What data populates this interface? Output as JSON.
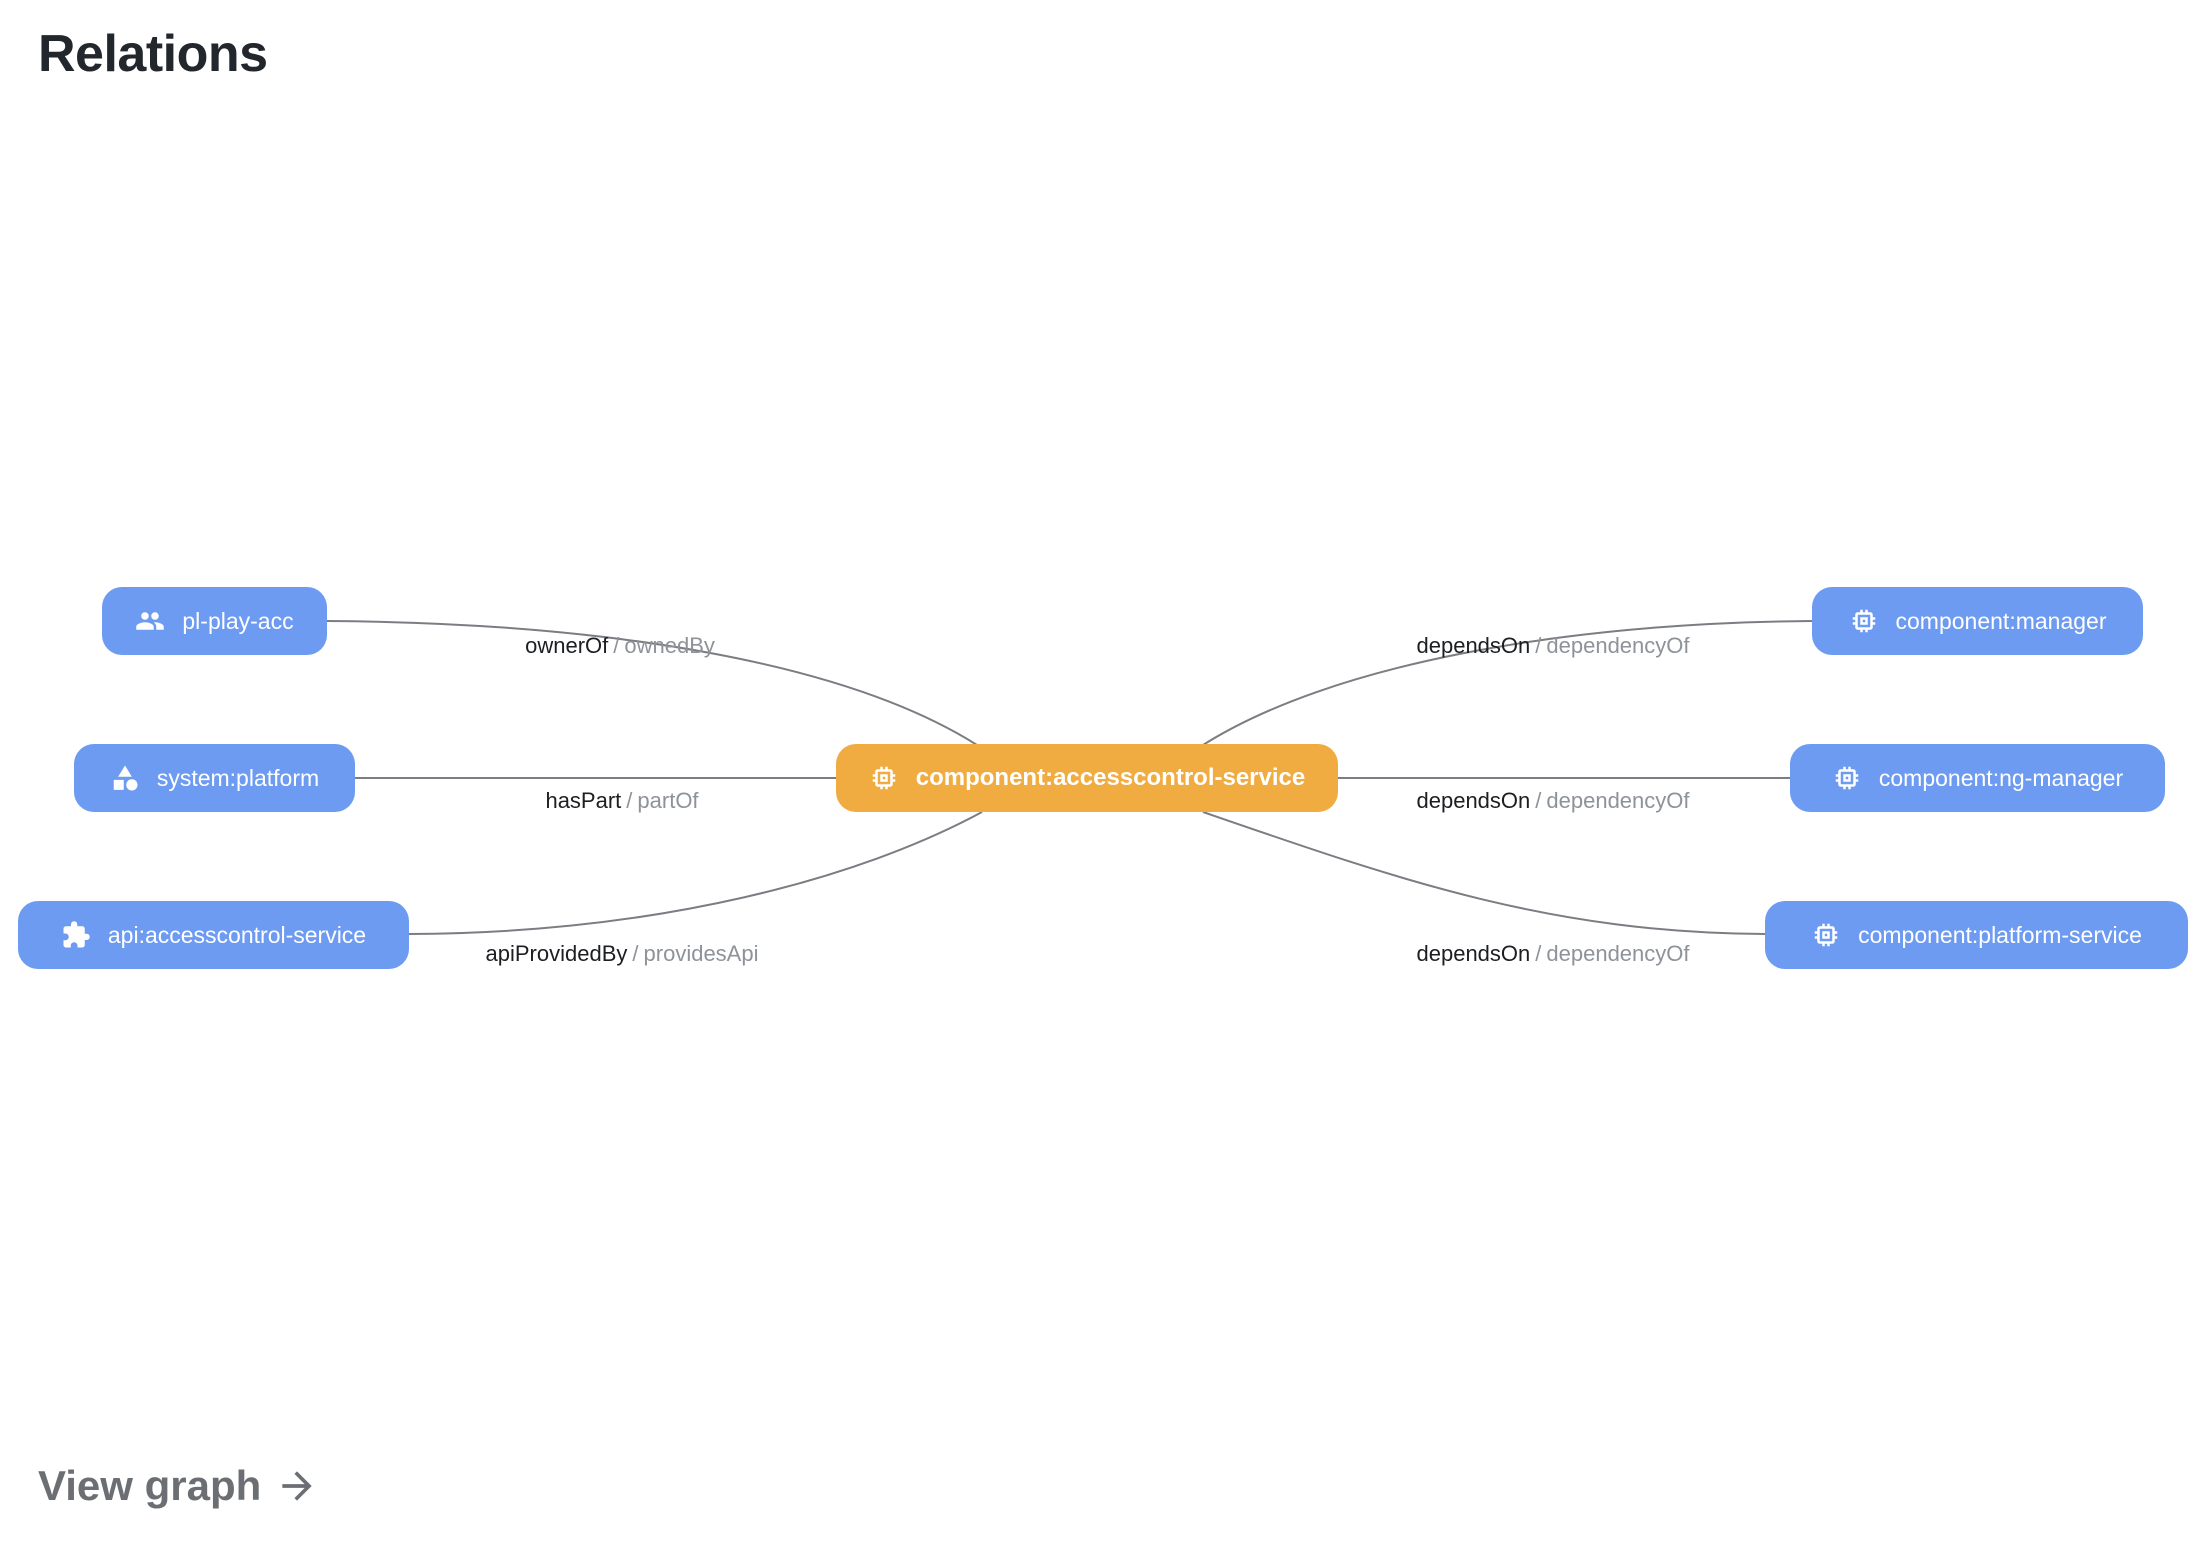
{
  "title": "Relations",
  "colors": {
    "node_blue": "#6D9BF1",
    "node_orange": "#F0AC40",
    "edge_line": "#7a7d82",
    "edge_label_forward": "#1c1e21",
    "edge_label_reverse": "#8e939a",
    "title_text": "#22272e",
    "footer_text": "#6b6f73"
  },
  "graph": {
    "center_node": {
      "label": "component:accesscontrol-service",
      "icon": "memory-icon",
      "color": "#F0AC40"
    },
    "left_nodes": [
      {
        "label": "pl-play-acc",
        "icon": "group-icon",
        "color": "#6D9BF1"
      },
      {
        "label": "system:platform",
        "icon": "category-icon",
        "color": "#6D9BF1"
      },
      {
        "label": "api:accesscontrol-service",
        "icon": "extension-icon",
        "color": "#6D9BF1"
      }
    ],
    "right_nodes": [
      {
        "label": "component:manager",
        "icon": "memory-icon",
        "color": "#6D9BF1"
      },
      {
        "label": "component:ng-manager",
        "icon": "memory-icon",
        "color": "#6D9BF1"
      },
      {
        "label": "component:platform-service",
        "icon": "memory-icon",
        "color": "#6D9BF1"
      }
    ],
    "edges": [
      {
        "from": "pl-play-acc",
        "to": "component:accesscontrol-service",
        "forward": "ownerOf",
        "separator": "/",
        "reverse": "ownedBy"
      },
      {
        "from": "system:platform",
        "to": "component:accesscontrol-service",
        "forward": "hasPart",
        "separator": "/",
        "reverse": "partOf"
      },
      {
        "from": "api:accesscontrol-service",
        "to": "component:accesscontrol-service",
        "forward": "apiProvidedBy",
        "separator": "/",
        "reverse": "providesApi"
      },
      {
        "from": "component:accesscontrol-service",
        "to": "component:manager",
        "forward": "dependsOn",
        "separator": "/",
        "reverse": "dependencyOf"
      },
      {
        "from": "component:accesscontrol-service",
        "to": "component:ng-manager",
        "forward": "dependsOn",
        "separator": "/",
        "reverse": "dependencyOf"
      },
      {
        "from": "component:accesscontrol-service",
        "to": "component:platform-service",
        "forward": "dependsOn",
        "separator": "/",
        "reverse": "dependencyOf"
      }
    ]
  },
  "footer": {
    "view_graph_label": "View graph",
    "arrow_icon": "arrow-right-icon"
  }
}
